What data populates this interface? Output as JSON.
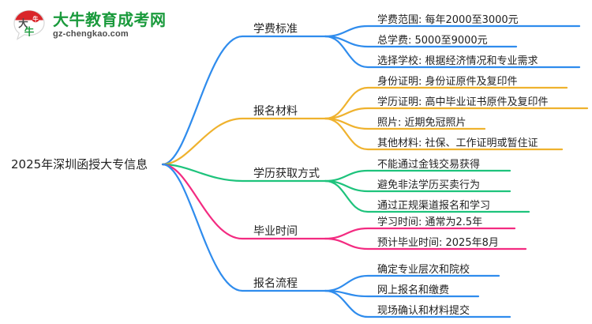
{
  "logo": {
    "icon": "bull-speech-bubble-logo",
    "mark_text": "大牛",
    "name": "大牛教育成考网",
    "url": "gz-chengkao.com",
    "colors": {
      "mark_red": "#d9252a",
      "name_green": "#1a9a3c",
      "url_gray": "#4c4c4c"
    }
  },
  "mindmap": {
    "root": {
      "label": "2025年深圳函授大专信息"
    },
    "colors": {
      "blue": "#2f8ced",
      "orange": "#efb22e",
      "green": "#1ec37c",
      "pink": "#f32b81"
    },
    "branches": [
      {
        "label": "学费标准",
        "color": "blue",
        "children": [
          {
            "label": "学费范围: 每年2000至3000元"
          },
          {
            "label": "总学费: 5000至9000元"
          },
          {
            "label": "选择学校: 根据经济情况和专业需求"
          }
        ]
      },
      {
        "label": "报名材料",
        "color": "orange",
        "children": [
          {
            "label": "身份证明: 身份证原件及复印件"
          },
          {
            "label": "学历证明: 高中毕业证书原件及复印件"
          },
          {
            "label": "照片: 近期免冠照片"
          },
          {
            "label": "其他材料: 社保、工作证明或暂住证"
          }
        ]
      },
      {
        "label": "学历获取方式",
        "color": "green",
        "children": [
          {
            "label": "不能通过金钱交易获得"
          },
          {
            "label": "避免非法学历买卖行为"
          },
          {
            "label": "通过正规渠道报名和学习"
          }
        ]
      },
      {
        "label": "毕业时间",
        "color": "pink",
        "children": [
          {
            "label": "学习时间: 通常为2.5年"
          },
          {
            "label": "预计毕业时间: 2025年8月"
          }
        ]
      },
      {
        "label": "报名流程",
        "color": "blue",
        "children": [
          {
            "label": "确定专业层次和院校"
          },
          {
            "label": "网上报名和缴费"
          },
          {
            "label": "现场确认和材料提交"
          }
        ]
      }
    ]
  }
}
